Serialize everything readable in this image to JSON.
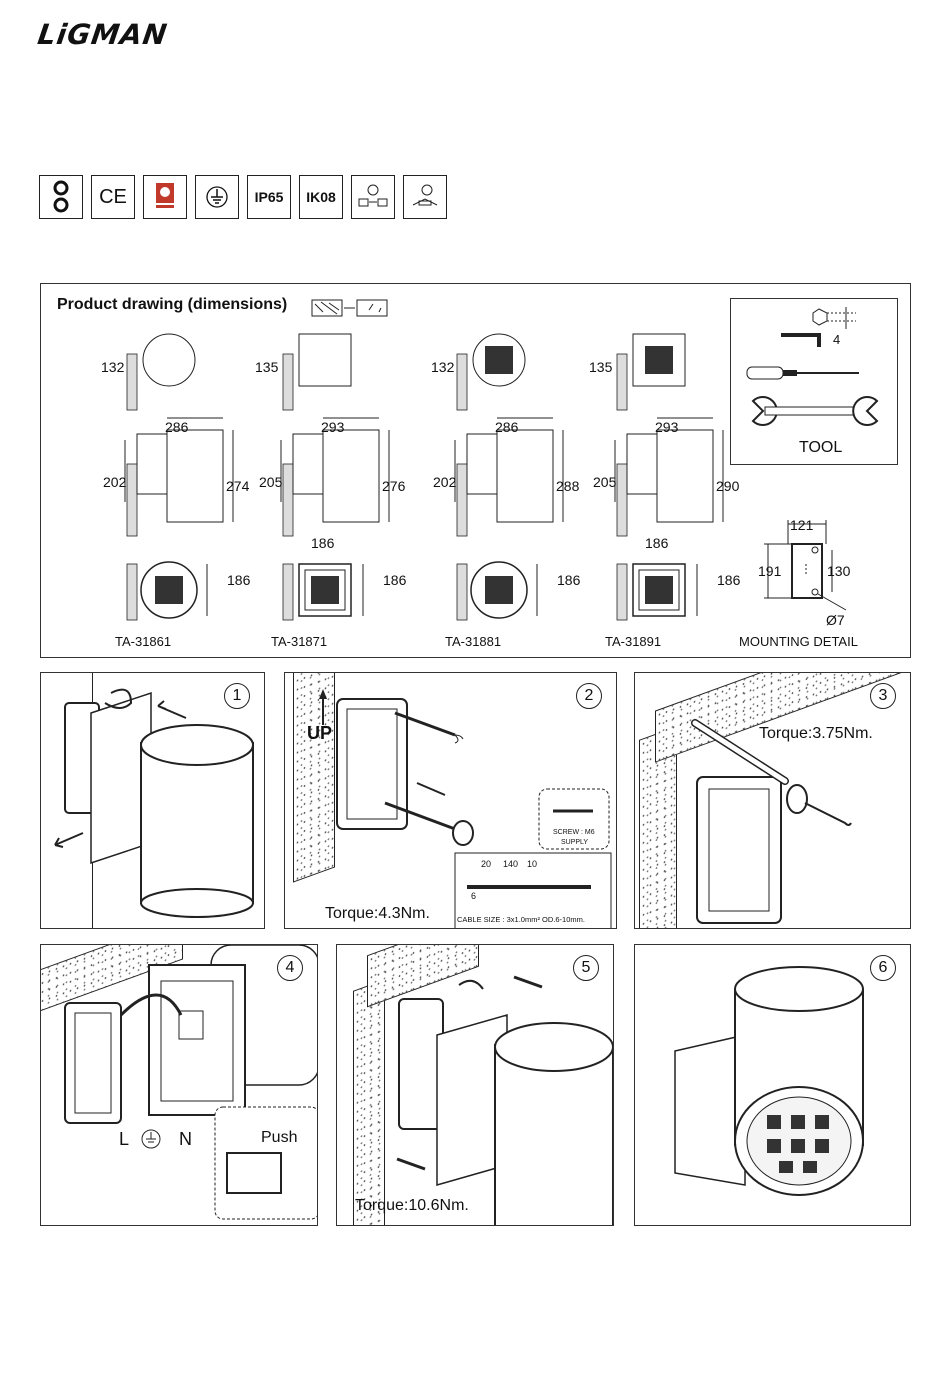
{
  "brand": {
    "logo": "LiGMAN"
  },
  "certs": [
    {
      "icon": "class-ii-icon",
      "text": ""
    },
    {
      "icon": "ce-mark-icon",
      "text": "CE"
    },
    {
      "icon": "quality-mark-icon",
      "text": ""
    },
    {
      "icon": "earth-ground-icon",
      "text": ""
    },
    {
      "icon": "ip-rating-icon",
      "text": "IP65"
    },
    {
      "icon": "ik-rating-icon",
      "text": "IK08"
    },
    {
      "icon": "driver-info-icon",
      "text": ""
    },
    {
      "icon": "dimmable-icon",
      "text": ""
    }
  ],
  "drawing": {
    "title": "Product drawing (dimensions)",
    "tool_label": "TOOL",
    "tool_dim": "4",
    "mounting": {
      "label": "MOUNTING DETAIL",
      "width": "121",
      "height": "191",
      "inner": "130",
      "hole": "Ø7"
    },
    "products": [
      {
        "model": "TA-31861",
        "top_dim": "132",
        "width": "286",
        "wall": "202",
        "height": "274",
        "front": "186"
      },
      {
        "model": "TA-31871",
        "top_dim": "135",
        "width": "293",
        "wall": "205",
        "height": "276",
        "front": "186",
        "front_w": "186"
      },
      {
        "model": "TA-31881",
        "top_dim": "132",
        "width": "286",
        "wall": "202",
        "height": "288",
        "front": "186"
      },
      {
        "model": "TA-31891",
        "top_dim": "135",
        "width": "293",
        "wall": "205",
        "height": "290",
        "front": "186",
        "front_w": "186"
      }
    ]
  },
  "steps": [
    {
      "n": "1"
    },
    {
      "n": "2",
      "up": "UP",
      "torque": "Torque:4.3Nm.",
      "screw": "SCREW : M6",
      "supply": "SUPPLY",
      "strip": [
        "20",
        "140",
        "10"
      ],
      "strip_b": "6",
      "cable": "CABLE SIZE : 3x1.0mm²  OD.6-10mm."
    },
    {
      "n": "3",
      "torque": "Torque:3.75Nm."
    },
    {
      "n": "4",
      "l": "L",
      "n_lbl": "N",
      "push": "Push"
    },
    {
      "n": "5",
      "torque": "Torque:10.6Nm."
    },
    {
      "n": "6"
    }
  ]
}
